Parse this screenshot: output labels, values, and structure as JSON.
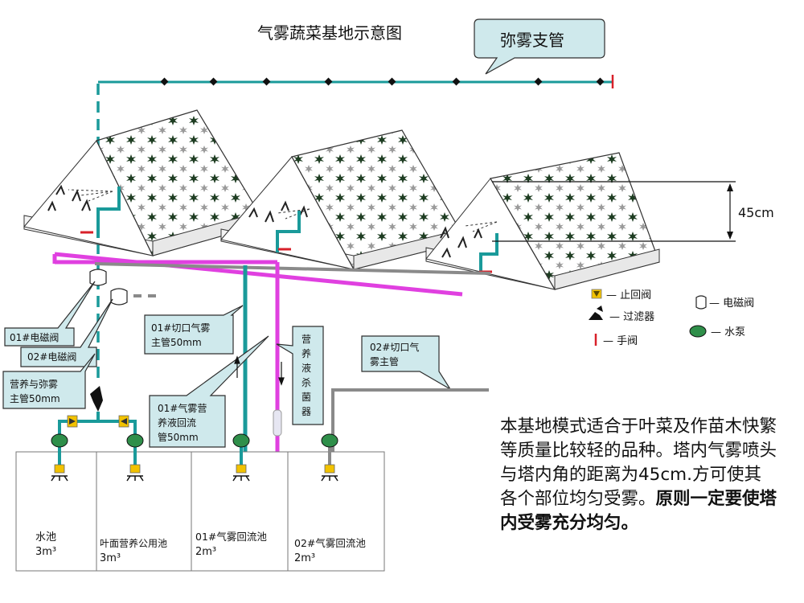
{
  "title": "气雾蔬菜基地示意图",
  "branch_pipe_callout": "弥雾支管",
  "height_label": "45cm",
  "legend": {
    "check_valve": "止回阀",
    "filter": "过滤器",
    "hand_valve": "手阀",
    "solenoid_valve": "电磁阀",
    "pump": "水泵"
  },
  "callouts": {
    "valve01": "01#电磁阀",
    "valve02": "02#电磁阀",
    "nutrient_main_1": "营养与弥雾",
    "nutrient_main_2": "主管50mm",
    "cut_main01_1": "01#切口气雾",
    "cut_main01_2": "主管50mm",
    "sterilizer_1": "营",
    "sterilizer_2": "养",
    "sterilizer_3": "液",
    "sterilizer_4": "杀",
    "sterilizer_5": "菌",
    "sterilizer_6": "器",
    "cut_main02_1": "02#切口气",
    "cut_main02_2": "雾主管",
    "return01_1": "01#气雾营",
    "return01_2": "养液回流",
    "return01_3": "管50mm"
  },
  "tanks": [
    {
      "name": "水池",
      "volume": "3m³"
    },
    {
      "name": "叶面营养公用池",
      "volume": "3m³"
    },
    {
      "name": "01#气雾回流池",
      "volume": "2m³"
    },
    {
      "name": "02#气雾回流池",
      "volume": "2m³"
    }
  ],
  "description": {
    "plain": "本基地模式适合于叶菜及作苗木快繁等质量比较轻的品种。塔内气雾喷头与塔内角的距离为45cm.方可使其各个部位均匀受雾。",
    "bold": "原则一定要使塔内受雾充分均匀。"
  },
  "colors": {
    "teal_pipe": "#1a9a9a",
    "magenta_pipe": "#e040e0",
    "gray_pipe": "#8a8a8a",
    "callout_fill": "#cfe9ec",
    "plant_dark": "#1e3d22",
    "plant_light": "#9a9a9a",
    "pump_green": "#2f8f4a",
    "valve_yellow": "#f2c200"
  }
}
